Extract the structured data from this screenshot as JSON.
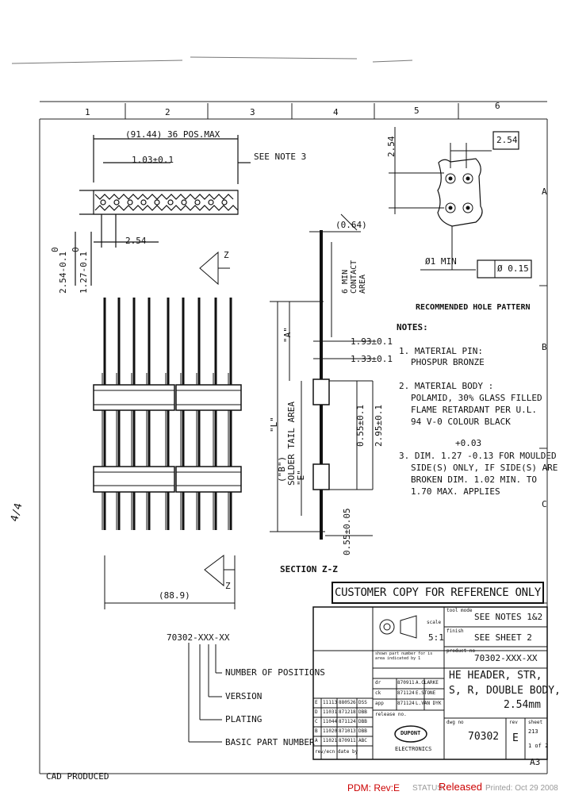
{
  "header": {
    "column_numbers": [
      "1",
      "2",
      "3",
      "4",
      "5",
      "6"
    ],
    "row_letters": [
      "A",
      "B",
      "C"
    ],
    "sheet_size": "A3"
  },
  "top_view": {
    "overall_dim": "(91.44) 36 POS.MAX",
    "pitch_dim": "1.03±0.1",
    "note_ref": "SEE NOTE 3",
    "pitch": "2.54",
    "left_dims": [
      "0",
      "2.54-0.1",
      "0",
      "1.27-0.1"
    ]
  },
  "front_view": {
    "section_marker": "Z",
    "overall_width": "(88.9)"
  },
  "section_view": {
    "tip_dim": "(0.64)",
    "contact_area": "6 MIN CONTACT AREA",
    "dim_a": "\"A\"",
    "dim_l": "\"L\"",
    "dim_b": "(\"B\")",
    "solder_tail": "SOLDER TAIL AREA \"E\"",
    "width1": "1.93±0.1",
    "width2": "1.33±0.1",
    "dim_055_a": "0.55±0.1",
    "dim_295": "2.95±0.1",
    "dim_055_b": "0.55±0.05",
    "label": "SECTION Z-Z"
  },
  "hole_pattern": {
    "pitch_v": "2.54",
    "pitch_h": "2.54",
    "hole_dia": "Ø1 MIN",
    "position_tol": "Ø 0.15",
    "title": "RECOMMENDED HOLE PATTERN"
  },
  "notes": {
    "heading": "NOTES:",
    "n1": [
      "1. MATERIAL PIN:",
      "PHOSPUR BRONZE"
    ],
    "n2": [
      "2. MATERIAL BODY :",
      "POLAMID, 30% GLASS FILLED",
      "FLAME RETARDANT PER U.L.",
      "94 V-0 COLOUR BLACK"
    ],
    "n3_tol": "+0.03",
    "n3": [
      "3. DIM. 1.27 -0.13 FOR MOULDED",
      "SIDE(S) ONLY, IF SIDE(S) ARE",
      "BROKEN DIM. 1.02 MIN. TO",
      "1.70 MAX. APPLIES"
    ]
  },
  "part_number": {
    "code": "70302-XXX-XX",
    "legend": [
      "NUMBER OF POSITIONS",
      "VERSION",
      "PLATING",
      "BASIC PART NUMBER"
    ]
  },
  "banner": "CUSTOMER COPY FOR REFERENCE ONLY",
  "title_block": {
    "tool_mode_label": "tool mode",
    "tool_mode": "SEE NOTES 1&2",
    "scale_label": "scale",
    "scale": "5:1",
    "finish_label": "finish",
    "finish": "SEE SHEET 2",
    "product_no_label": "product no",
    "product_no": "70302-XXX-XX",
    "note_small": "shown part number for is area indicated by 1",
    "title_lines": [
      "HE HEADER, STR,",
      "S, R, DOUBLE BODY,",
      "2.54mm"
    ],
    "drawn": [
      [
        "dr",
        "870911",
        "A.CLARKE"
      ],
      [
        "ck",
        "871124",
        "E.STONE"
      ],
      [
        "app",
        "871124",
        "L.VAN DYK"
      ]
    ],
    "release_label": "release no.",
    "revisions": [
      [
        "E",
        "11113",
        "880526",
        "DSS"
      ],
      [
        "D",
        "11031",
        "871218",
        "DBB"
      ],
      [
        "C",
        "11044",
        "871124",
        "DBB"
      ],
      [
        "B",
        "11020",
        "871013",
        "DBB"
      ],
      [
        "A",
        "11021",
        "870911",
        "ABC"
      ]
    ],
    "rev_header": "rev/ecn date by",
    "company": "ELECTRONICS",
    "logo": "DUPONT",
    "dwg_no_label": "dwg no",
    "dwg_no": "70302",
    "rev_label": "rev",
    "rev": "E",
    "sheet_label": "sheet",
    "sheet": "1 of 2",
    "sheet_code": "213"
  },
  "footer": {
    "cad": "CAD PRODUCED",
    "pdm": "PDM: Rev:E",
    "status_label": "STATUS:",
    "status": "Released",
    "printed": "Printed: Oct 29 2008"
  },
  "margin_mark": "4/4",
  "colors": {
    "ink": "#111111",
    "stamp_red": "#cc0000",
    "grey": "#999999"
  }
}
